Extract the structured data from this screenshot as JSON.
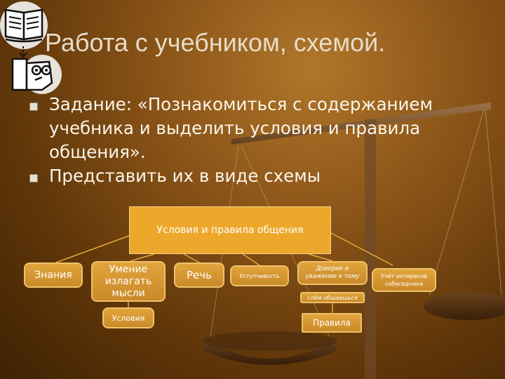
{
  "slide": {
    "title": "Работа с учебником, схемой.",
    "bullets": [
      {
        "text": "Задание: «Познакомиться с содержанием учебника и выделить условия и правила общения»."
      },
      {
        "text": "Представить их в виде схемы"
      }
    ]
  },
  "diagram": {
    "root": "Условия и правила общения",
    "children": [
      {
        "id": "znaniya",
        "label": "Знания"
      },
      {
        "id": "umenie",
        "label_lines": [
          "Умение",
          "излагать",
          "мысли"
        ]
      },
      {
        "id": "rech",
        "label": "Речь"
      },
      {
        "id": "ustup",
        "label": "Уступчивость"
      },
      {
        "id": "dover",
        "label_lines": [
          "Доверие и",
          "уважение к тому"
        ]
      },
      {
        "id": "uchet",
        "label_lines": [
          "Учёт интересов",
          "собеседника"
        ]
      }
    ],
    "sub": {
      "sled": "слём общаешься",
      "uslovia": "Условия",
      "pravila": "Правила"
    }
  },
  "icons": [
    "book-icon",
    "face-icon"
  ],
  "colors": {
    "box_fill": "#e2a43c",
    "box_border": "#f0c26a",
    "title_text": "#e6dcc8",
    "body_text": "#fbf6ea"
  }
}
